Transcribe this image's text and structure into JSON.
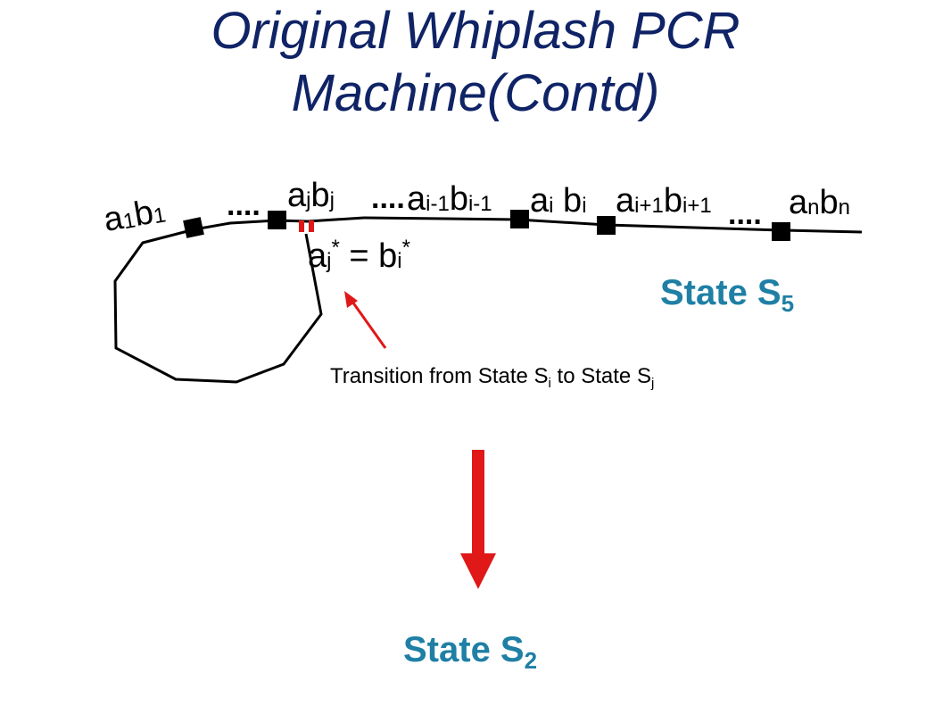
{
  "title": {
    "line1": "Original Whiplash PCR",
    "line2": "Machine(Contd)"
  },
  "labels": {
    "a1b1": {
      "a": "a",
      "a_sub": "1",
      "b": "b",
      "b_sub": "1"
    },
    "ajbj": {
      "a": "a",
      "a_sub": "j",
      "b": "b",
      "b_sub": "j"
    },
    "ai_1bi_1": {
      "a": "a",
      "a_sub": "i-1",
      "b": "b",
      "b_sub": "i-1"
    },
    "aibi": {
      "a": "a",
      "a_sub": "i",
      "b": "b",
      "b_sub": "i"
    },
    "ai1bi1": {
      "a": "a",
      "a_sub": "i+1",
      "b": "b",
      "b_sub": "i+1"
    },
    "anbn": {
      "a": "a",
      "a_sub": "n",
      "b": "b",
      "b_sub": "n"
    },
    "equation": {
      "a": "a",
      "a_sub": "j",
      "a_sup": "*",
      "eq": " = ",
      "b": "b",
      "b_sub": "i",
      "b_sup": "*"
    }
  },
  "ellipses": [
    "....",
    "....",
    "...."
  ],
  "state_top": {
    "text": "State S",
    "sub": "5"
  },
  "state_bottom": {
    "text": "State S",
    "sub": "2"
  },
  "caption": {
    "part1": "Transition from State S",
    "sub1": "i",
    "part2": " to State S",
    "sub2": "j"
  },
  "colors": {
    "title": "#0f2366",
    "state": "#1f7fa5",
    "arrow": "#e01818",
    "line": "#000000"
  }
}
